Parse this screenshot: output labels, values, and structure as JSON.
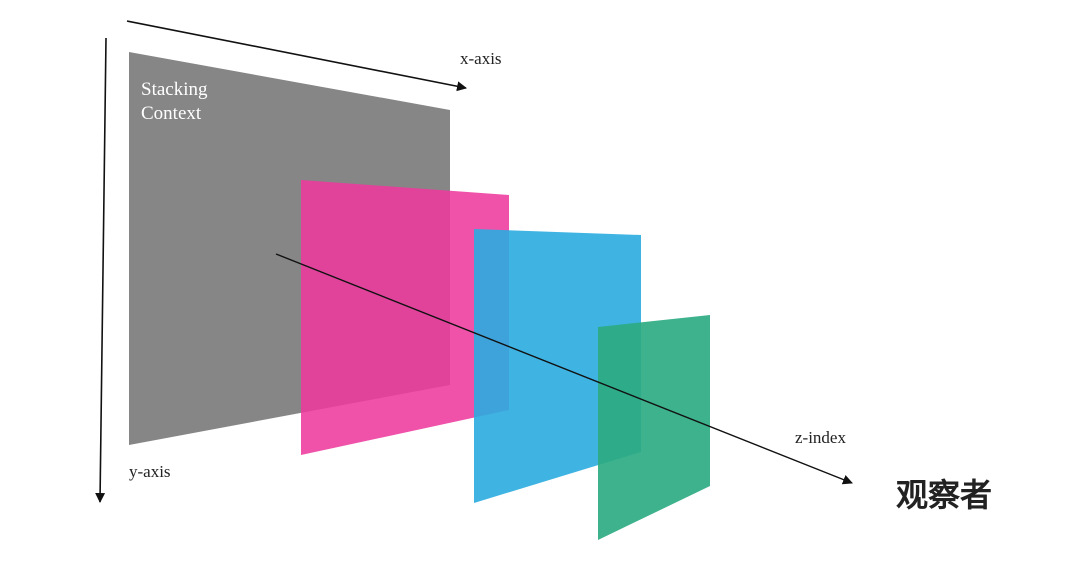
{
  "diagram": {
    "stacking_context_title_line1": "Stacking",
    "stacking_context_title_line2": "Context",
    "x_axis_label": "x-axis",
    "y_axis_label": "y-axis",
    "z_axis_label": "z-index",
    "observer_label": "观察者"
  },
  "colors": {
    "stacking_context_plane": "#868686",
    "layer_1": "#ee3a9e",
    "layer_2": "#2aace0",
    "layer_3": "#2dab82",
    "axis_line": "#111111",
    "title_text": "#ffffff",
    "label_text": "#222222"
  }
}
